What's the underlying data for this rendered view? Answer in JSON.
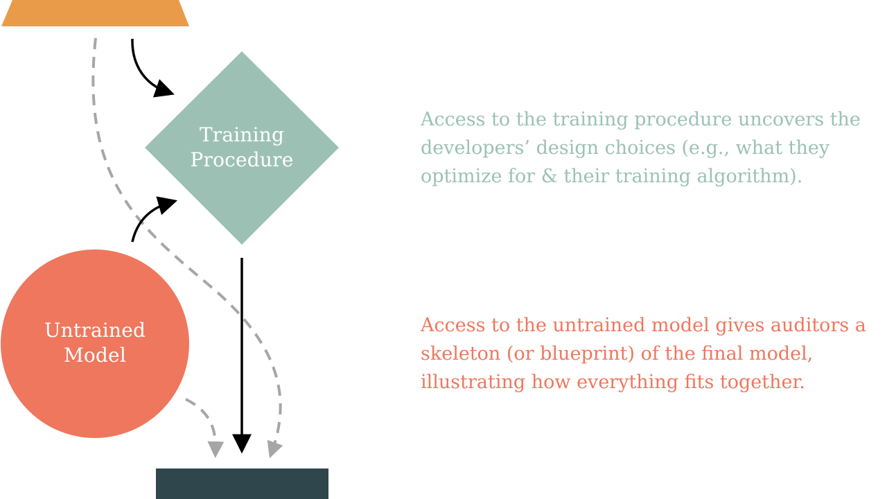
{
  "colors": {
    "background": "#ffffff",
    "orange_shape": "#e99b4a",
    "training_green": "#9cc1b4",
    "untrained_coral": "#ee775d",
    "final_model_dark": "#2e464c",
    "arrow_black": "#000000",
    "dashed_gray": "#a6a6a6",
    "node_text": "#ffffff"
  },
  "nodes": {
    "training_procedure": {
      "lines": [
        "Training",
        "Procedure"
      ]
    },
    "untrained_model": {
      "lines": [
        "Untrained",
        "Model"
      ]
    }
  },
  "descriptions": {
    "training": {
      "lines": [
        "Access to the training procedure uncovers the",
        "developers’ design choices (e.g., what they",
        "optimize for & their training algorithm)."
      ]
    },
    "untrained": {
      "lines": [
        "Access to the untrained model gives auditors a",
        "skeleton (or blueprint) of the final model,",
        "illustrating how everything fits together."
      ]
    }
  }
}
